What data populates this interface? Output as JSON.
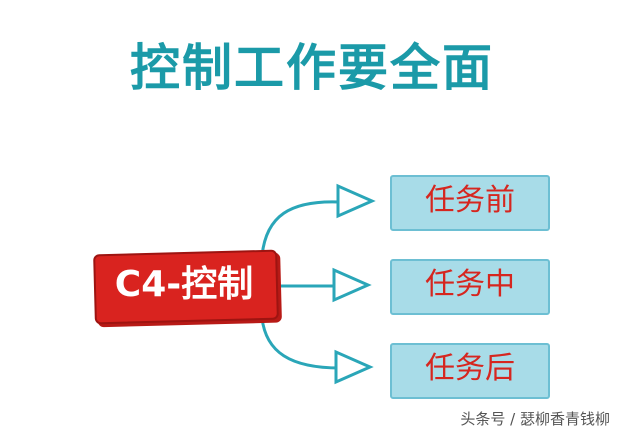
{
  "title": "控制工作要全面",
  "root": {
    "label": "C4-控制"
  },
  "branches": [
    {
      "label": "任务前"
    },
    {
      "label": "任务中"
    },
    {
      "label": "任务后"
    }
  ],
  "watermark": "头条号 / 瑟柳香青钱柳",
  "colors": {
    "title": "#1b9aa8",
    "root_fill": "#d9231f",
    "branch_fill": "#a8dce8",
    "branch_text": "#d6261f",
    "connector": "#2aa6b8"
  }
}
